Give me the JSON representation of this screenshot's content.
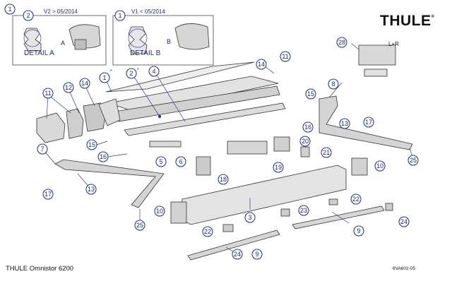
{
  "brand": {
    "logo_text": "THULE",
    "logo_mark": "®"
  },
  "inset_a": {
    "badge_1": "1",
    "badge_2": "2",
    "version": "V2 > 05/2014",
    "detail_label": "DETAIL A",
    "letter": "A"
  },
  "inset_b": {
    "badge_1": "1",
    "version": "V1 < 05/2014",
    "detail_label": "DETAIL B",
    "letter": "B"
  },
  "callouts": {
    "c1": "1",
    "c2": "2",
    "c3": "3",
    "c4": "4",
    "c5": "5",
    "c6": "6",
    "c7": "7",
    "c8": "8",
    "c9a": "9",
    "c9b": "9",
    "c10a": "10",
    "c10b": "10",
    "c11a": "11",
    "c11b": "11",
    "c12": "12",
    "c13a": "13",
    "c13b": "13",
    "c14a": "14",
    "c14b": "14",
    "c15a": "15",
    "c15b": "15",
    "c16a": "16",
    "c16b": "16",
    "c17a": "17",
    "c17b": "17",
    "c18": "18",
    "c19": "19",
    "c20": "20",
    "c21": "21",
    "c22a": "22",
    "c22b": "22",
    "c23": "23",
    "c24a": "24",
    "c24b": "24",
    "c25a": "25",
    "c25b": "25",
    "c28": "28"
  },
  "stars": {
    "s1": "*",
    "s2": "*"
  },
  "part28_label": "L+R",
  "footer": {
    "title": "THULE Omnistor 6200",
    "code": "6VA602-05"
  }
}
